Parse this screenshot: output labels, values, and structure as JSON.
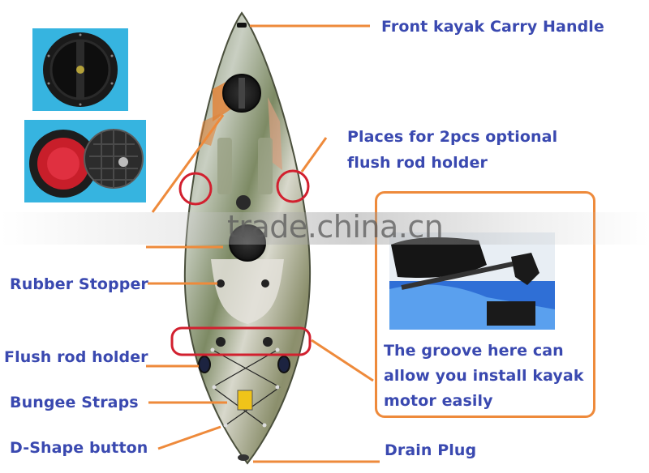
{
  "title": "Sit-on-top fishing kayak feature diagram",
  "colors": {
    "label_text": "#3a49b0",
    "leader_line": "#ee8a3b",
    "highlight_circle": "#d2202f",
    "inset_background": "#36b4e0",
    "callout_border": "#ee8a3b"
  },
  "labels": {
    "front_handle": "Front kayak Carry Handle",
    "rod_holder_places_line1": "Places for 2pcs optional",
    "rod_holder_places_line2": "flush rod holder",
    "rubber_stopper": "Rubber Stopper",
    "flush_rod_holder": "Flush rod holder",
    "bungee_straps": "Bungee Straps",
    "d_shape_button": "D-Shape button",
    "drain_plug": "Drain Plug",
    "motor_groove_line1": "The groove here can",
    "motor_groove_line2": "allow you install kayak",
    "motor_groove_line3": "motor easily"
  },
  "insets": [
    {
      "name": "hatch-closed",
      "description": "Round black hatch cover, closed"
    },
    {
      "name": "hatch-open",
      "description": "Round hatch open with red storage bag"
    },
    {
      "name": "motor-mount",
      "description": "Kayak motor mounted on blue kayak"
    }
  ],
  "watermark": "trade.china.cn"
}
